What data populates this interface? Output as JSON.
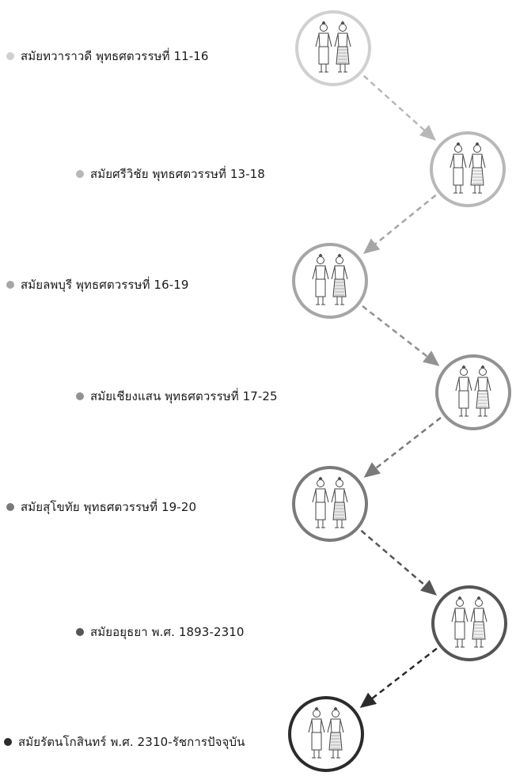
{
  "timeline": {
    "periods": [
      {
        "label": "สมัยทวาราวดี พุทธศตวรรษที่ 11-16",
        "color": "#d0d0d0"
      },
      {
        "label": "สมัยศรีวิชัย พุทธศตวรรษที่ 13-18",
        "color": "#b8b8b8"
      },
      {
        "label": "สมัยลพบุรี พุทธศตวรรษที่ 16-19",
        "color": "#a6a6a6"
      },
      {
        "label": "สมัยเชียงแสน พุทธศตวรรษที่ 17-25",
        "color": "#929292"
      },
      {
        "label": "สมัยสุโขทัย พุทธศตวรรษที่ 19-20",
        "color": "#7a7a7a"
      },
      {
        "label": "สมัยอยุธยา พ.ศ. 1893-2310",
        "color": "#555555"
      },
      {
        "label": "สมัยรัตนโกสินทร์ พ.ศ. 2310-รัชการปัจจุบัน",
        "color": "#2b2b2b"
      }
    ]
  }
}
